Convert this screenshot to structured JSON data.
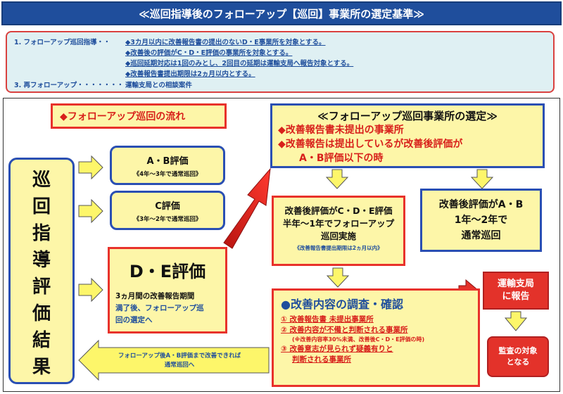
{
  "title": "≪巡回指導後のフォローアップ【巡回】事業所の選定基準≫",
  "criteria": {
    "item1_label": "1. フォローアップ巡回指導・・",
    "item1_line1": "◆3カ月以内に改善報告書の提出のないD・E事業所を対象とする。",
    "item1_line2": "◆改善後の評価がC・D・E評価の事業所を対象とする。",
    "item1_line3": "◆巡回延期対応は1回のみとし、2回目の延期は運輸支局へ報告対象とする。",
    "item1_line4": "◆改善報告書提出期限は2ヵ月以内とする。",
    "item3_label": "3. 再フォローアップ・・・・・・・",
    "item3_text": "運輸支局との相談案件"
  },
  "flow_label": "◆フォローアップ巡回の流れ",
  "result_column": [
    "巡",
    "回",
    "指",
    "導",
    "評",
    "価",
    "結",
    "果"
  ],
  "ab_box": {
    "title": "A・B評価",
    "sub": "《4年～3年で通常巡回》"
  },
  "c_box": {
    "title": "C評価",
    "sub": "《3年～2年で通常巡回》"
  },
  "de_box": {
    "title": "D・E評価",
    "desc1": "3ヵ月間の改善報告期間",
    "desc2": "満了後、フォローアップ巡",
    "desc3": "回の選定へ"
  },
  "select_box": {
    "title": "≪フォローアップ巡回事業所の選定≫",
    "line1": "◆改善報告書未提出の事業所",
    "line2": "◆改善報告は提出しているが改善後評価が",
    "line3": "A・B評価以下の時"
  },
  "follow_box": {
    "line1": "改善後評価がC・D・E評価",
    "line2": "半年～1年でフォローアップ",
    "line3": "巡回実施",
    "sub": "《改善報告書提出期限は2ヵ月以内》"
  },
  "normal_box": {
    "line1": "改善後評価がA・B",
    "line2": "1年～2年で",
    "line3": "通常巡回"
  },
  "content_box": {
    "title": "●改善内容の調査・確認",
    "item1": "① 改善報告書 未提出事業所",
    "item2": "② 改善内容が不備と判断される事業所",
    "item2_sub": "(※改善内容率30%未満、改善後C・D・E評価の時)",
    "item3a": "③ 改善意志が見られず疑義有りと",
    "item3b": "判断される事業所"
  },
  "report_box": {
    "line1": "運輸支局",
    "line2": "に報告"
  },
  "audit_box": {
    "line1": "監査の対象",
    "line2": "となる"
  },
  "back_arrow_label": {
    "line1": "フォローアップ後A・B評価まで改善できれば",
    "line2": "通常巡回へ"
  },
  "colors": {
    "title_bg": "#1f4e9c",
    "yellow": "#fdf6a8",
    "red": "#e8322b",
    "blue": "#2a4fb3",
    "criteria_bg": "#dff0f3"
  }
}
